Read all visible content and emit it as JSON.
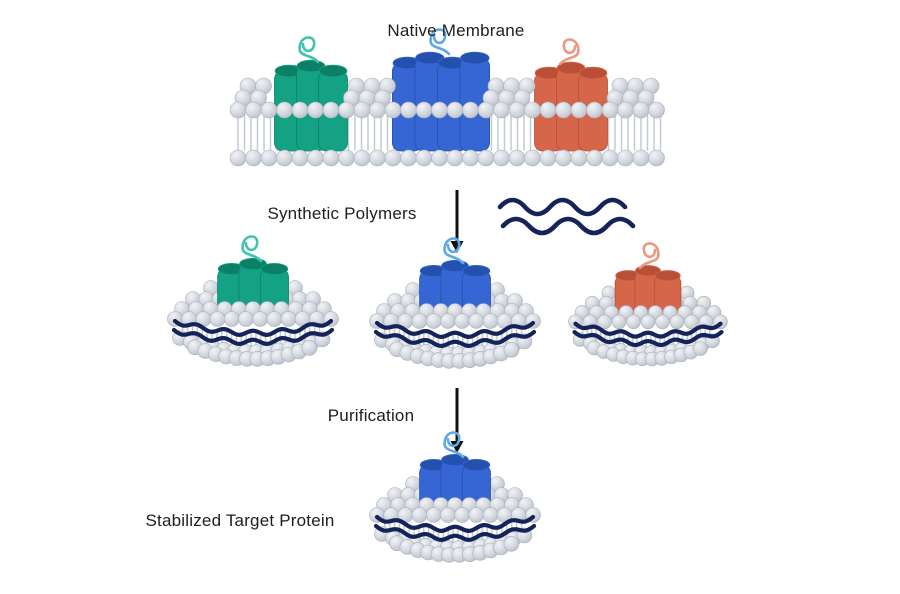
{
  "labels": {
    "native_membrane": "Native Membrane",
    "synthetic_polymers": "Synthetic Polymers",
    "purification": "Purification",
    "stabilized_target_protein": "Stabilized Target Protein"
  },
  "proteins": [
    {
      "id": "teal-protein",
      "color": "#14a285"
    },
    {
      "id": "blue-protein",
      "color": "#3566d4"
    },
    {
      "id": "orange-protein",
      "color": "#d5664a"
    }
  ],
  "final_protein": "blue-protein",
  "colors": {
    "background": "#ffffff",
    "text": "#1e1e1e",
    "arrow": "#111111",
    "polymer_navy": "#14235a",
    "lipid_head_light": "#f1f3f6",
    "lipid_head": "#d5d9e0",
    "lipid_head_shadow": "#b7bdc8",
    "lipid_edge": "#a9b0bb",
    "lipid_tail": "#c4c9d2",
    "protein_teal": "#14a285",
    "protein_teal_dark": "#0b8066",
    "protein_teal_curl": "#3ec4ae",
    "protein_blue": "#3566d4",
    "protein_blue_dark": "#2450ae",
    "protein_blue_curl": "#5fa8e8",
    "protein_orange": "#d5664a",
    "protein_orange_dark": "#b84f36",
    "protein_orange_curl": "#ea9a80"
  }
}
